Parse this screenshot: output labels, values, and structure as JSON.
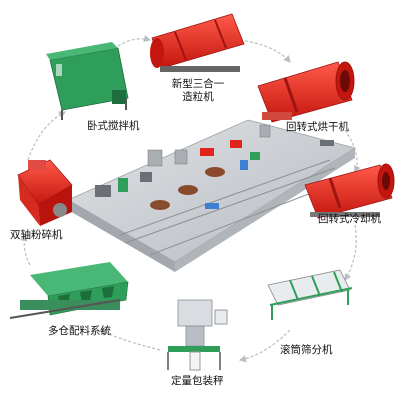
{
  "labels": {
    "granulator": "新型三合一造粒机",
    "mixer": "卧式搅拌机",
    "dryer": "回转式烘干机",
    "crusher": "双轴粉碎机",
    "cooler": "回转式冷却机",
    "batching": "多仓配料系统",
    "screener": "滚筒筛分机",
    "packer": "定量包装秤"
  },
  "colors": {
    "red": "#e2231a",
    "green": "#2f9e5a",
    "floor": "#c9ccd0",
    "arrow": "#b9bec4"
  }
}
